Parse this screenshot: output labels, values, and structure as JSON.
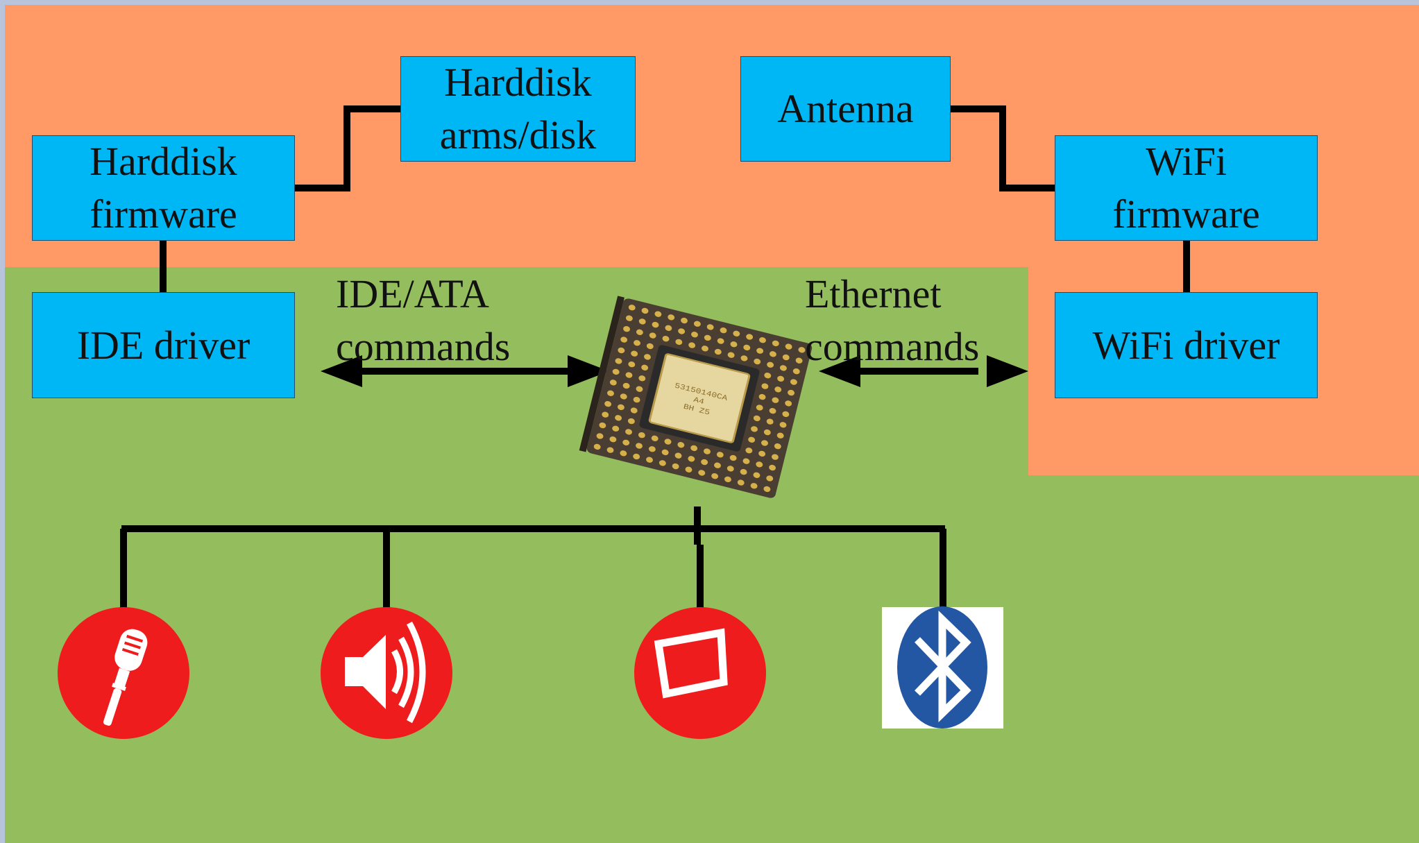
{
  "colors": {
    "background": "#b8c4dc",
    "hardware_region": "#ff9966",
    "software_region": "#94bd5e",
    "box_fill": "#00b7f6",
    "box_border": "#1b4f6d",
    "line": "#000000",
    "device_red": "#ee1c1c",
    "bluetooth_blue": "#2356a3"
  },
  "boxes": {
    "harddisk_arms": {
      "line1": "Harddisk",
      "line2": "arms/disk"
    },
    "harddisk_firmware": {
      "line1": "Harddisk",
      "line2": "firmware"
    },
    "ide_driver": {
      "line1": "IDE driver"
    },
    "antenna": {
      "line1": "Antenna"
    },
    "wifi_firmware": {
      "line1": "WiFi",
      "line2": "firmware"
    },
    "wifi_driver": {
      "line1": "WiFi driver"
    }
  },
  "labels": {
    "ide_ata": {
      "line1": "IDE/ATA",
      "line2": "commands"
    },
    "ethernet": {
      "line1": "Ethernet",
      "line2": "commands"
    }
  },
  "cpu": {
    "marking_line1": "53150140CA",
    "marking_line2": "A4",
    "marking_line3": "BH    Z5"
  },
  "devices": {
    "microphone": "microphone-icon",
    "speaker": "speaker-icon",
    "display": "display-icon",
    "bluetooth": "bluetooth-icon"
  }
}
